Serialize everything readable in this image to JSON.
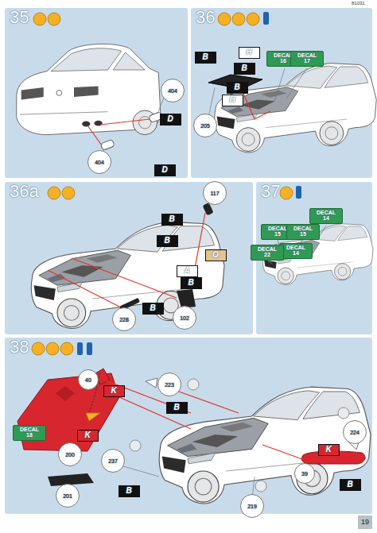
{
  "diagram": {
    "nodes": [
      {
        "text": [
          "35"
        ]
      },
      {
        "text": [
          "404"
        ],
        "in": 0
      },
      {
        "text": [
          "D"
        ],
        "in": 0
      },
      {
        "text": [
          "404"
        ],
        "in": 0
      },
      {
        "text": [
          "D"
        ],
        "in": 0
      },
      {
        "text": [
          "36"
        ]
      },
      {
        "text": [
          "B"
        ],
        "in": 5
      },
      {
        "text": [
          "H"
        ],
        "in": 5
      },
      {
        "text": [
          "DECAL 16"
        ],
        "in": 5
      },
      {
        "text": [
          "DECAL 17"
        ],
        "in": 5
      },
      {
        "text": [
          "B"
        ],
        "in": 5
      },
      {
        "text": [
          "B"
        ],
        "in": 5
      },
      {
        "text": [
          "H"
        ],
        "in": 5
      },
      {
        "text": [
          "205"
        ],
        "in": 5
      },
      {
        "text": [
          "36a"
        ]
      },
      {
        "text": [
          "117"
        ],
        "in": 14
      },
      {
        "text": [
          "B"
        ],
        "in": 14
      },
      {
        "text": [
          "B"
        ],
        "in": 14
      },
      {
        "text": [
          "O"
        ],
        "in": 14
      },
      {
        "text": [
          "A"
        ],
        "in": 14
      },
      {
        "text": [
          "B"
        ],
        "in": 14
      },
      {
        "text": [
          "B"
        ],
        "in": 14
      },
      {
        "text": [
          "102"
        ],
        "in": 14
      },
      {
        "text": [
          "228"
        ],
        "in": 14
      },
      {
        "text": [
          "37"
        ]
      },
      {
        "text": [
          "DECAL 14"
        ],
        "in": 24
      },
      {
        "text": [
          "DECAL 15"
        ],
        "in": 24
      },
      {
        "text": [
          "DECAL 15"
        ],
        "in": 24
      },
      {
        "text": [
          "DECAL 14"
        ],
        "in": 24
      },
      {
        "text": [
          "DECAL 22"
        ],
        "in": 24
      },
      {
        "text": [
          "38"
        ]
      },
      {
        "text": [
          "40"
        ],
        "in": 30
      },
      {
        "text": [
          "K"
        ],
        "in": 30
      },
      {
        "text": [
          "223"
        ],
        "in": 30
      },
      {
        "text": [
          "B"
        ],
        "in": 30
      },
      {
        "text": [
          "DECAL 18"
        ],
        "in": 30
      },
      {
        "text": [
          "K"
        ],
        "in": 30
      },
      {
        "text": [
          "200"
        ],
        "in": 30
      },
      {
        "text": [
          "237"
        ],
        "in": 30
      },
      {
        "text": [
          "224"
        ],
        "in": 30
      },
      {
        "text": [
          "K"
        ],
        "in": 30
      },
      {
        "text": [
          "39"
        ],
        "in": 30
      },
      {
        "text": [
          "B"
        ],
        "in": 30
      },
      {
        "text": [
          "201"
        ],
        "in": 30
      },
      {
        "text": [
          "B"
        ],
        "in": 30
      },
      {
        "text": [
          "219"
        ],
        "in": 30
      },
      {
        "text": [
          "19"
        ]
      }
    ],
    "labels": [
      "81031"
    ]
  }
}
